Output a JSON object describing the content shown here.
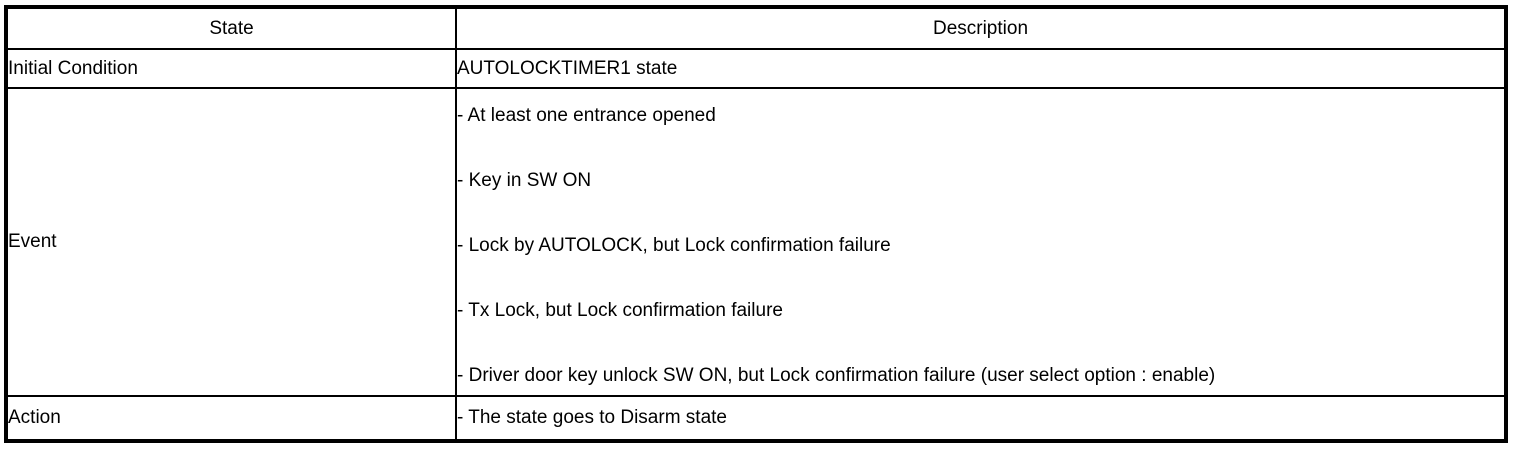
{
  "page": {
    "background_color": "#ffffff",
    "border_color": "#000000",
    "text_color": "#000000"
  },
  "table": {
    "headers": [
      "State",
      "Description"
    ],
    "rows": [
      {
        "state": "Initial Condition",
        "items": [
          "AUTOLOCKTIMER1 state"
        ]
      },
      {
        "state": "Event",
        "items": [
          "- At least one entrance opened",
          "- Key in SW ON",
          "- Lock by AUTOLOCK, but Lock confirmation failure",
          "- Tx Lock, but Lock confirmation failure",
          "- Driver door key unlock SW ON, but Lock confirmation failure (user select option : enable)"
        ]
      },
      {
        "state": "Action",
        "items": [
          "- The state goes to Disarm state"
        ]
      }
    ]
  }
}
